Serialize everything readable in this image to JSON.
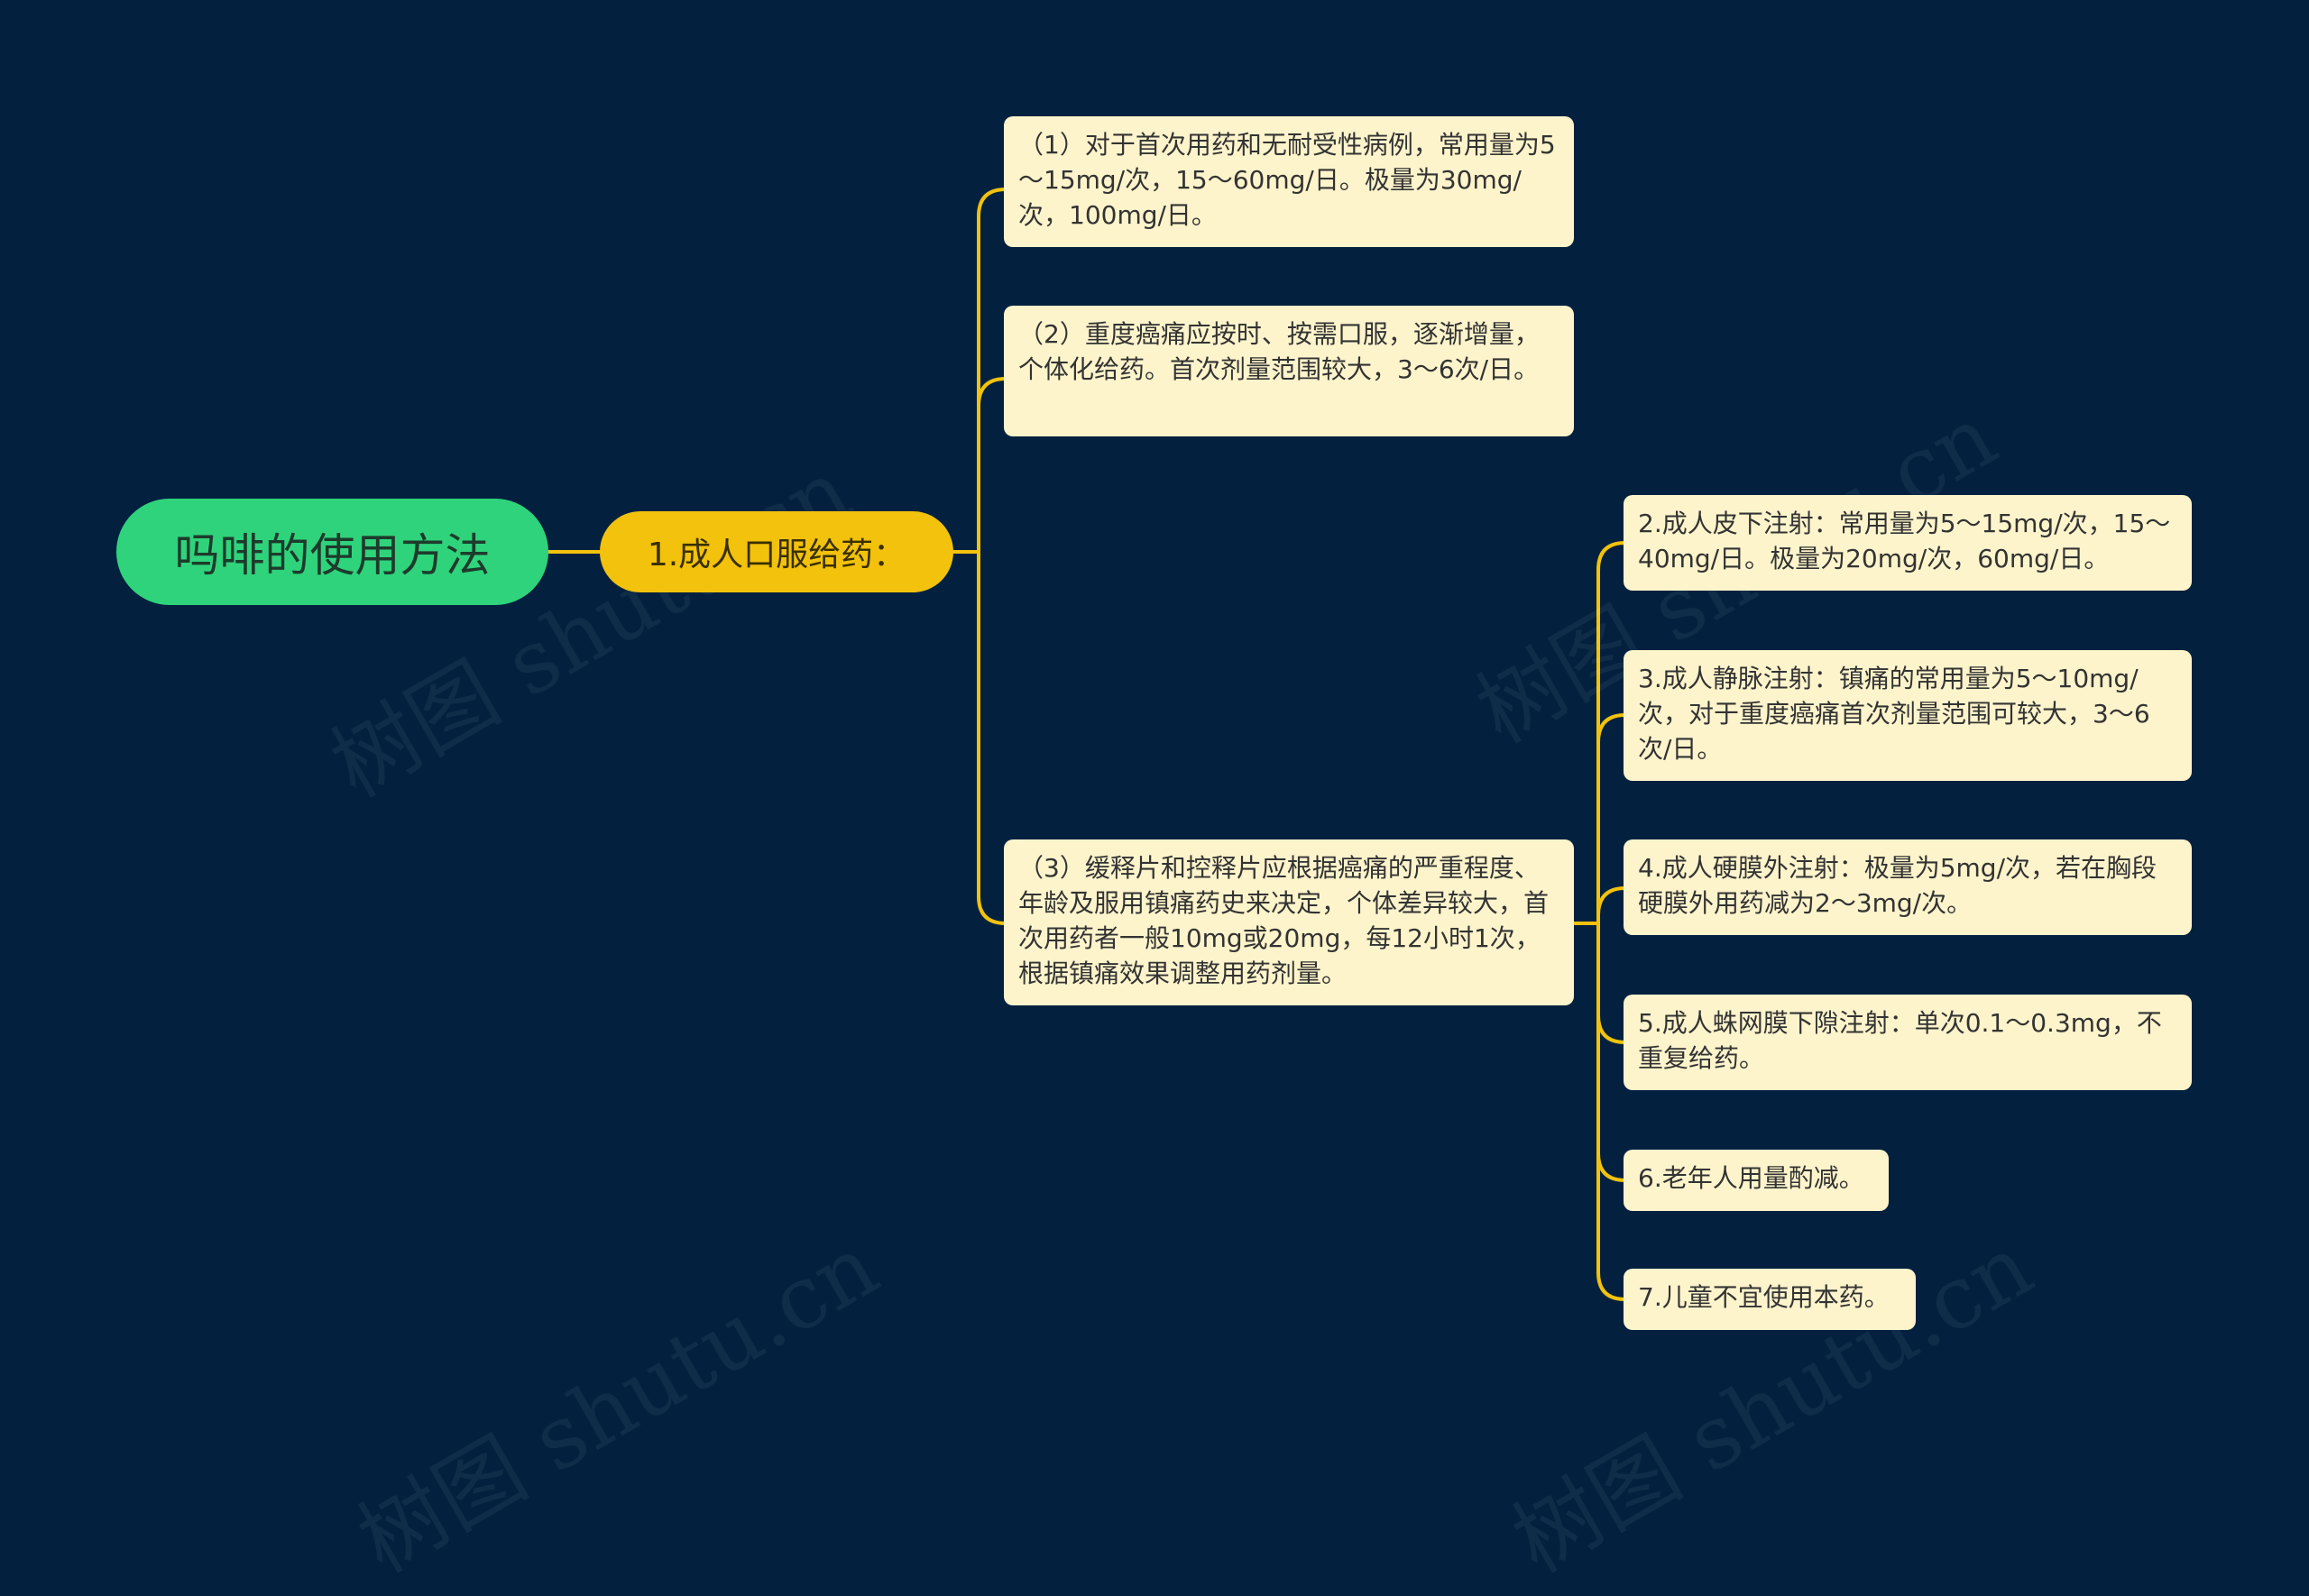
{
  "diagram": {
    "root": {
      "label": "吗啡的使用方法"
    },
    "branch": {
      "label": "1.成人口服给药："
    },
    "oral_items": [
      {
        "text": "（1）对于首次用药和无耐受性病例，常用量为5～15mg/次，15～60mg/日。极量为30mg/次，100mg/日。"
      },
      {
        "text": "（2）重度癌痛应按时、按需口服，逐渐增量，个体化给药。首次剂量范围较大，3～6次/日。"
      },
      {
        "text": "（3）缓释片和控释片应根据癌痛的严重程度、年龄及服用镇痛药史来决定，个体差异较大，首次用药者一般10mg或20mg，每12小时1次，根据镇痛效果调整用药剂量。"
      }
    ],
    "route_items": [
      {
        "text": "2.成人皮下注射：常用量为5～15mg/次，15～40mg/日。极量为20mg/次，60mg/日。"
      },
      {
        "text": "3.成人静脉注射：镇痛的常用量为5～10mg/次，对于重度癌痛首次剂量范围可较大，3～6次/日。"
      },
      {
        "text": "4.成人硬膜外注射：极量为5mg/次，若在胸段硬膜外用药减为2～3mg/次。"
      },
      {
        "text": "5.成人蛛网膜下隙注射：单次0.1～0.3mg，不重复给药。"
      },
      {
        "text": "6.老年人用量酌减。"
      },
      {
        "text": "7.儿童不宜使用本药。"
      }
    ]
  },
  "watermark": "树图 shutu.cn",
  "colors": {
    "background": "#03213f",
    "root": "#2fd37b",
    "branch": "#f2c20c",
    "leaf": "#fdf4cc",
    "connector": "#f2c20c"
  }
}
